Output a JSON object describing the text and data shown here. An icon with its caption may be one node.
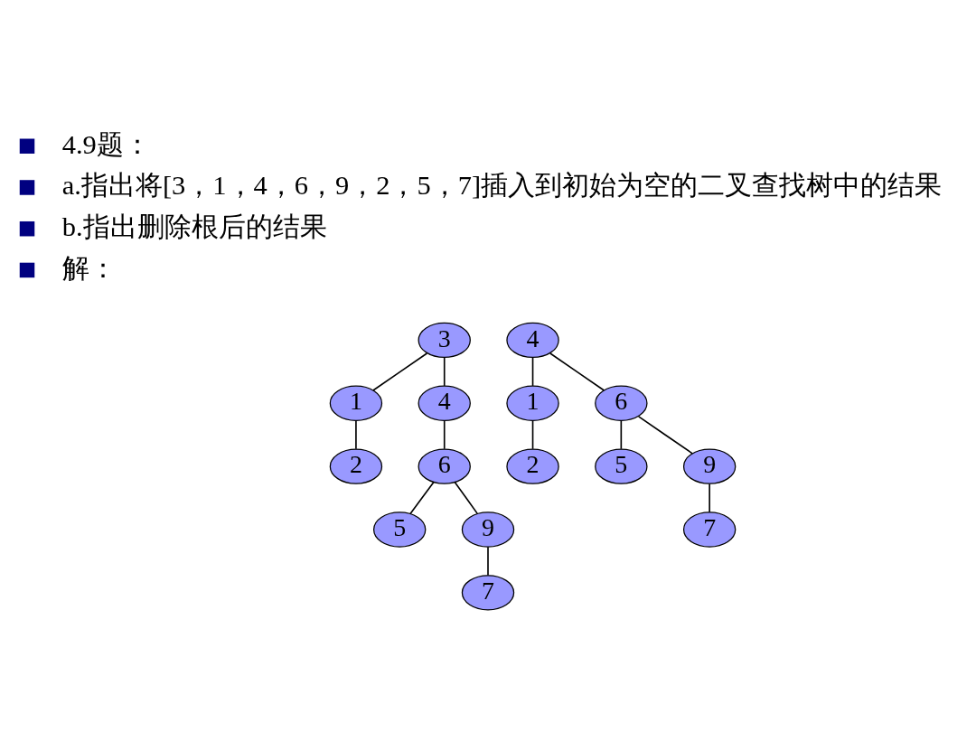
{
  "diagram": {
    "nodes": [
      {
        "text": [
          "3"
        ]
      },
      {
        "text": [
          "1"
        ]
      },
      {
        "text": [
          "4"
        ]
      },
      {
        "text": [
          "2"
        ]
      },
      {
        "text": [
          "6"
        ]
      },
      {
        "text": [
          "5"
        ]
      },
      {
        "text": [
          "9"
        ]
      },
      {
        "text": [
          "7"
        ]
      },
      {
        "text": [
          "4"
        ]
      },
      {
        "text": [
          "1"
        ]
      },
      {
        "text": [
          "6"
        ]
      },
      {
        "text": [
          "2"
        ]
      },
      {
        "text": [
          "5"
        ]
      },
      {
        "text": [
          "9"
        ]
      },
      {
        "text": [
          "7"
        ]
      }
    ],
    "edges": [
      {
        "from": 0,
        "to": 1,
        "arrow": "none"
      },
      {
        "from": 0,
        "to": 2,
        "arrow": "none"
      },
      {
        "from": 1,
        "to": 3,
        "arrow": "none"
      },
      {
        "from": 2,
        "to": 4,
        "arrow": "none"
      },
      {
        "from": 4,
        "to": 5,
        "arrow": "none"
      },
      {
        "from": 4,
        "to": 6,
        "arrow": "none"
      },
      {
        "from": 6,
        "to": 7,
        "arrow": "none"
      },
      {
        "from": 8,
        "to": 9,
        "arrow": "none"
      },
      {
        "from": 8,
        "to": 10,
        "arrow": "none"
      },
      {
        "from": 9,
        "to": 11,
        "arrow": "none"
      },
      {
        "from": 10,
        "to": 12,
        "arrow": "none"
      },
      {
        "from": 10,
        "to": 13,
        "arrow": "none"
      },
      {
        "from": 13,
        "to": 14,
        "arrow": "none"
      }
    ],
    "labels": [
      "4.9题：",
      "a.指出将[3，1，4，6，9，2，5，7]插入到初始为空的二叉查找树中的结果",
      "b.指出删除根后的结果",
      "解："
    ]
  }
}
